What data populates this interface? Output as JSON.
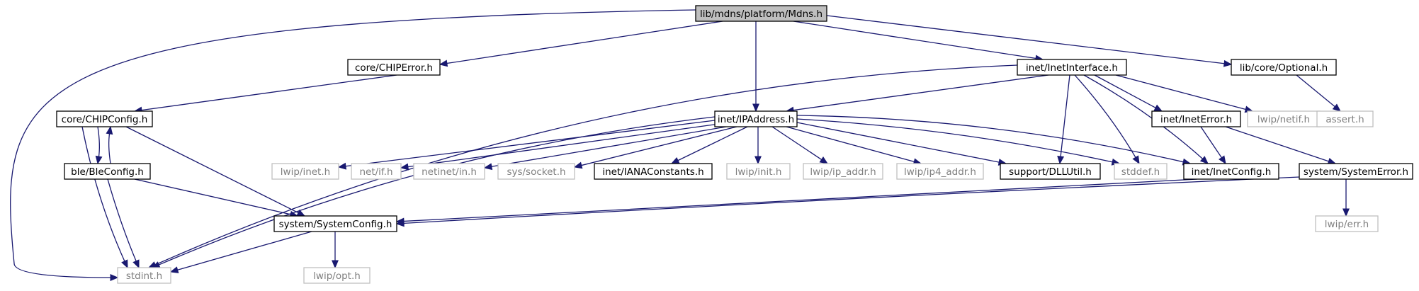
{
  "diagram": {
    "colors": {
      "edge": "#191970",
      "root_fill": "#bfbfbf",
      "documented_border": "#000000",
      "undocumented_border": "#bfbfbf",
      "undocumented_text": "#7f7f7f"
    },
    "nodes": [
      {
        "id": "mdns",
        "label": "lib/mdns/platform/Mdns.h",
        "kind": "root"
      },
      {
        "id": "stdint",
        "label": "stdint.h",
        "kind": "weak"
      },
      {
        "id": "chiperror",
        "label": "core/CHIPError.h",
        "kind": "strong"
      },
      {
        "id": "ipaddress",
        "label": "inet/IPAddress.h",
        "kind": "strong"
      },
      {
        "id": "inetinterface",
        "label": "inet/InetInterface.h",
        "kind": "strong"
      },
      {
        "id": "optional",
        "label": "lib/core/Optional.h",
        "kind": "strong"
      },
      {
        "id": "chipconfig",
        "label": "core/CHIPConfig.h",
        "kind": "strong"
      },
      {
        "id": "bleconfig",
        "label": "ble/BleConfig.h",
        "kind": "strong"
      },
      {
        "id": "systemconfig",
        "label": "system/SystemConfig.h",
        "kind": "strong"
      },
      {
        "id": "lwipopt",
        "label": "lwip/opt.h",
        "kind": "weak"
      },
      {
        "id": "lwipinet",
        "label": "lwip/inet.h",
        "kind": "weak"
      },
      {
        "id": "netif",
        "label": "net/if.h",
        "kind": "weak"
      },
      {
        "id": "netinetin",
        "label": "netinet/in.h",
        "kind": "weak"
      },
      {
        "id": "syssocket",
        "label": "sys/socket.h",
        "kind": "weak"
      },
      {
        "id": "ianaconstants",
        "label": "inet/IANAConstants.h",
        "kind": "strong"
      },
      {
        "id": "lwipinit",
        "label": "lwip/init.h",
        "kind": "weak"
      },
      {
        "id": "lwipipaddr",
        "label": "lwip/ip_addr.h",
        "kind": "weak"
      },
      {
        "id": "lwipip4addr",
        "label": "lwip/ip4_addr.h",
        "kind": "weak"
      },
      {
        "id": "dllutil",
        "label": "support/DLLUtil.h",
        "kind": "strong"
      },
      {
        "id": "stddef",
        "label": "stddef.h",
        "kind": "weak"
      },
      {
        "id": "inetconfig",
        "label": "inet/InetConfig.h",
        "kind": "strong"
      },
      {
        "id": "ineterror",
        "label": "inet/InetError.h",
        "kind": "strong"
      },
      {
        "id": "lwipnetif",
        "label": "lwip/netif.h",
        "kind": "weak"
      },
      {
        "id": "asserth",
        "label": "assert.h",
        "kind": "weak"
      },
      {
        "id": "systemerror",
        "label": "system/SystemError.h",
        "kind": "strong"
      },
      {
        "id": "lwiperr",
        "label": "lwip/err.h",
        "kind": "weak"
      }
    ],
    "edges": [
      {
        "from": "mdns",
        "to": "stdint"
      },
      {
        "from": "mdns",
        "to": "chiperror"
      },
      {
        "from": "mdns",
        "to": "ipaddress"
      },
      {
        "from": "mdns",
        "to": "inetinterface"
      },
      {
        "from": "mdns",
        "to": "optional"
      },
      {
        "from": "chiperror",
        "to": "chipconfig"
      },
      {
        "from": "chipconfig",
        "to": "bleconfig"
      },
      {
        "from": "chipconfig",
        "to": "stdint"
      },
      {
        "from": "chipconfig",
        "to": "systemconfig"
      },
      {
        "from": "bleconfig",
        "to": "chipconfig"
      },
      {
        "from": "bleconfig",
        "to": "stdint"
      },
      {
        "from": "bleconfig",
        "to": "systemconfig"
      },
      {
        "from": "systemconfig",
        "to": "stdint"
      },
      {
        "from": "systemconfig",
        "to": "lwipopt"
      },
      {
        "from": "ipaddress",
        "to": "stdint"
      },
      {
        "from": "ipaddress",
        "to": "lwipinet"
      },
      {
        "from": "ipaddress",
        "to": "netif"
      },
      {
        "from": "ipaddress",
        "to": "netinetin"
      },
      {
        "from": "ipaddress",
        "to": "syssocket"
      },
      {
        "from": "ipaddress",
        "to": "ianaconstants"
      },
      {
        "from": "ipaddress",
        "to": "lwipinit"
      },
      {
        "from": "ipaddress",
        "to": "lwipipaddr"
      },
      {
        "from": "ipaddress",
        "to": "lwipip4addr"
      },
      {
        "from": "ipaddress",
        "to": "dllutil"
      },
      {
        "from": "ipaddress",
        "to": "stddef"
      },
      {
        "from": "ipaddress",
        "to": "inetconfig"
      },
      {
        "from": "inetinterface",
        "to": "stdint"
      },
      {
        "from": "inetinterface",
        "to": "ipaddress"
      },
      {
        "from": "inetinterface",
        "to": "dllutil"
      },
      {
        "from": "inetinterface",
        "to": "stddef"
      },
      {
        "from": "inetinterface",
        "to": "inetconfig"
      },
      {
        "from": "inetinterface",
        "to": "ineterror"
      },
      {
        "from": "inetinterface",
        "to": "lwipnetif"
      },
      {
        "from": "optional",
        "to": "asserth"
      },
      {
        "from": "ineterror",
        "to": "inetconfig"
      },
      {
        "from": "ineterror",
        "to": "systemerror"
      },
      {
        "from": "inetconfig",
        "to": "systemconfig"
      },
      {
        "from": "systemerror",
        "to": "systemconfig"
      },
      {
        "from": "systemerror",
        "to": "lwiperr"
      }
    ]
  }
}
